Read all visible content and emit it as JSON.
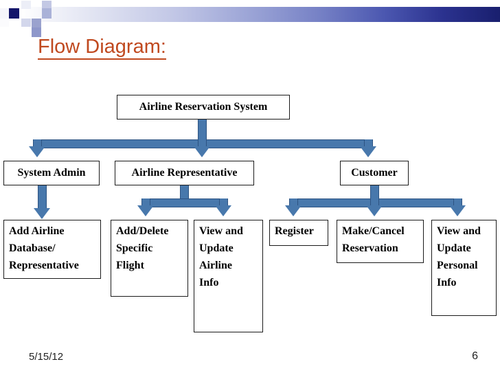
{
  "slide": {
    "title": "Flow Diagram:",
    "title_color": "#C0491F",
    "footer_date": "5/15/12",
    "page_number": "6",
    "background": "#ffffff"
  },
  "theme": {
    "connector_fill": "#4878ac",
    "connector_stroke": "#2d5382",
    "box_border": "#1a1a1a",
    "box_fill": "#ffffff",
    "text_color": "#000000",
    "deco_dark": "#191f6e"
  },
  "diagram": {
    "type": "flowchart",
    "root": {
      "id": "root",
      "label": "Airline Reservation System"
    },
    "level2": [
      {
        "id": "system-admin",
        "label": "System Admin"
      },
      {
        "id": "airline-representative",
        "label": "Airline Representative"
      },
      {
        "id": "customer",
        "label": "Customer"
      }
    ],
    "level3": [
      {
        "id": "add-airline-database-representative",
        "parent": "system-admin",
        "label": "Add Airline\nDatabase/\nRepresentative"
      },
      {
        "id": "add-delete-specific-flight",
        "parent": "airline-representative",
        "label": "Add/Delete\nSpecific\nFlight"
      },
      {
        "id": "view-update-airline-info",
        "parent": "airline-representative",
        "label": "View and\nUpdate\nAirline\nInfo"
      },
      {
        "id": "register",
        "parent": "customer",
        "label": "Register"
      },
      {
        "id": "make-cancel-reservation",
        "parent": "customer",
        "label": "Make/Cancel\nReservation"
      },
      {
        "id": "view-update-personal-info",
        "parent": "customer",
        "label": "View and\nUpdate\nPersonal\nInfo"
      }
    ],
    "edges": [
      {
        "from": "root",
        "to": "system-admin"
      },
      {
        "from": "root",
        "to": "airline-representative"
      },
      {
        "from": "root",
        "to": "customer"
      },
      {
        "from": "system-admin",
        "to": "add-airline-database-representative"
      },
      {
        "from": "airline-representative",
        "to": "add-delete-specific-flight"
      },
      {
        "from": "airline-representative",
        "to": "view-update-airline-info"
      },
      {
        "from": "customer",
        "to": "register"
      },
      {
        "from": "customer",
        "to": "make-cancel-reservation"
      },
      {
        "from": "customer",
        "to": "view-update-personal-info"
      }
    ]
  }
}
